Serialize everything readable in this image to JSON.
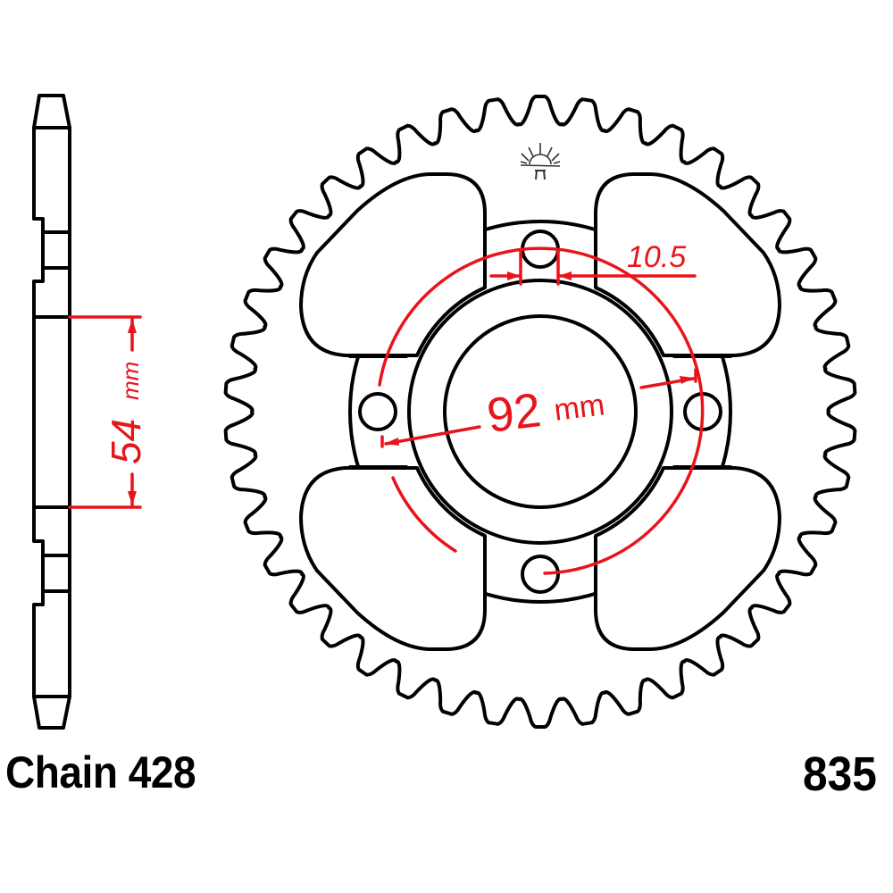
{
  "labels": {
    "chain": "Chain 428",
    "part_number": "835"
  },
  "dimensions": {
    "hub_offset": {
      "value": "54",
      "unit": "mm"
    },
    "bolt_circle_diameter": {
      "value": "92",
      "unit": "mm"
    },
    "bolt_hole_diameter": {
      "value": "10.5"
    }
  },
  "sprocket": {
    "teeth": 42,
    "bolt_holes": 4,
    "lightening_cutouts": 4
  },
  "colors": {
    "outline": "#000000",
    "dimension": "#e8141b",
    "background": "#ffffff"
  },
  "icons": {
    "logo": "rising-sun-temple-logo"
  }
}
